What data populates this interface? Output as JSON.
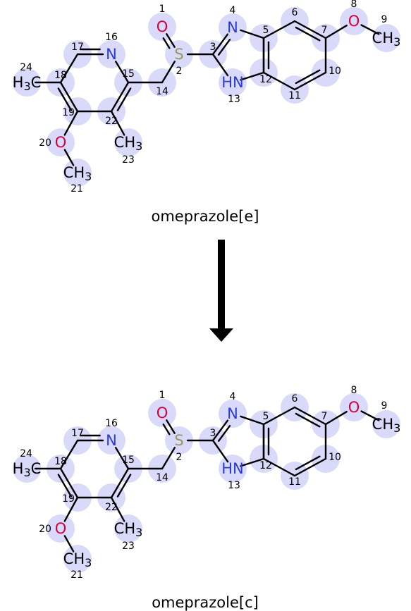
{
  "panels": [
    {
      "name": "omeprazole-e",
      "title": "omeprazole[e]",
      "atom_labels": [
        {
          "num": "1",
          "label": "O"
        },
        {
          "num": "2",
          "label": "S"
        },
        {
          "num": "3",
          "label": ""
        },
        {
          "num": "4",
          "label": "N"
        },
        {
          "num": "5",
          "label": ""
        },
        {
          "num": "6",
          "label": ""
        },
        {
          "num": "7",
          "label": ""
        },
        {
          "num": "8",
          "label": "O"
        },
        {
          "num": "9",
          "label": "CH3"
        },
        {
          "num": "10",
          "label": ""
        },
        {
          "num": "11",
          "label": ""
        },
        {
          "num": "12",
          "label": ""
        },
        {
          "num": "13",
          "label": "HN"
        },
        {
          "num": "14",
          "label": ""
        },
        {
          "num": "15",
          "label": ""
        },
        {
          "num": "16",
          "label": "N"
        },
        {
          "num": "17",
          "label": ""
        },
        {
          "num": "18",
          "label": ""
        },
        {
          "num": "19",
          "label": ""
        },
        {
          "num": "20",
          "label": "O"
        },
        {
          "num": "21",
          "label": "CH3"
        },
        {
          "num": "22",
          "label": ""
        },
        {
          "num": "23",
          "label": "CH3"
        },
        {
          "num": "24",
          "label": "H3C"
        }
      ]
    },
    {
      "name": "omeprazole-c",
      "title": "omeprazole[c]",
      "atom_labels": [
        {
          "num": "1",
          "label": "O"
        },
        {
          "num": "2",
          "label": "S"
        },
        {
          "num": "3",
          "label": ""
        },
        {
          "num": "4",
          "label": "N"
        },
        {
          "num": "5",
          "label": ""
        },
        {
          "num": "6",
          "label": ""
        },
        {
          "num": "7",
          "label": ""
        },
        {
          "num": "8",
          "label": "O"
        },
        {
          "num": "9",
          "label": "CH3"
        },
        {
          "num": "10",
          "label": ""
        },
        {
          "num": "11",
          "label": ""
        },
        {
          "num": "12",
          "label": ""
        },
        {
          "num": "13",
          "label": "HN"
        },
        {
          "num": "14",
          "label": ""
        },
        {
          "num": "15",
          "label": ""
        },
        {
          "num": "16",
          "label": "N"
        },
        {
          "num": "17",
          "label": ""
        },
        {
          "num": "18",
          "label": ""
        },
        {
          "num": "19",
          "label": ""
        },
        {
          "num": "20",
          "label": "O"
        },
        {
          "num": "21",
          "label": "CH3"
        },
        {
          "num": "22",
          "label": ""
        },
        {
          "num": "23",
          "label": "CH3"
        },
        {
          "num": "24",
          "label": "H3C"
        }
      ]
    }
  ],
  "colors": {
    "oxygen": "#d6003a",
    "nitrogen": "#2a3bd8",
    "sulfur": "#9a9a57",
    "highlight": "#d9d9fa",
    "bond": "#000000"
  },
  "arrow_icon": "down-arrow-icon"
}
